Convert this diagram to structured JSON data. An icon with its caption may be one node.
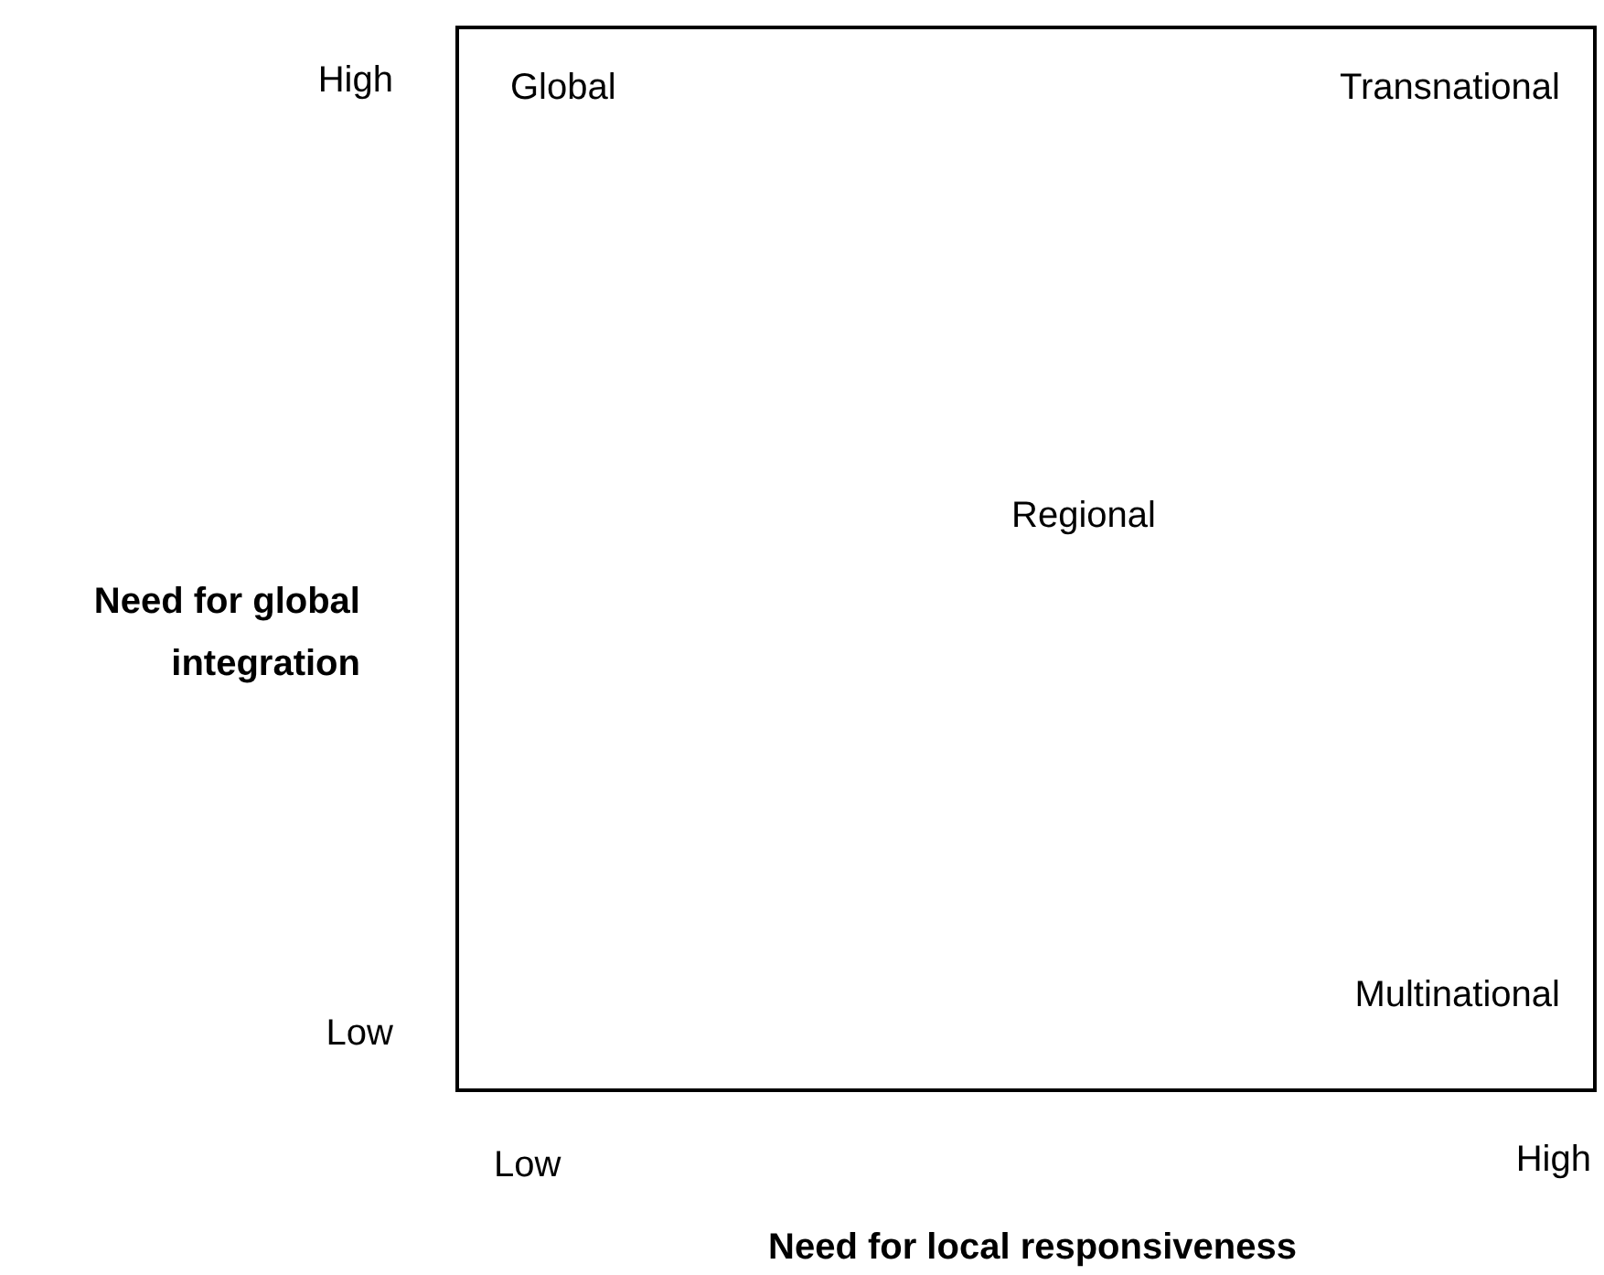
{
  "diagram": {
    "nodes": [
      {
        "text": [
          "Global",
          "Transnational",
          "Regional",
          "Multinational"
        ]
      }
    ],
    "labels": [
      "High",
      "Need for global integration",
      "Low",
      "Low",
      "High",
      "Need for local responsiveness"
    ]
  }
}
